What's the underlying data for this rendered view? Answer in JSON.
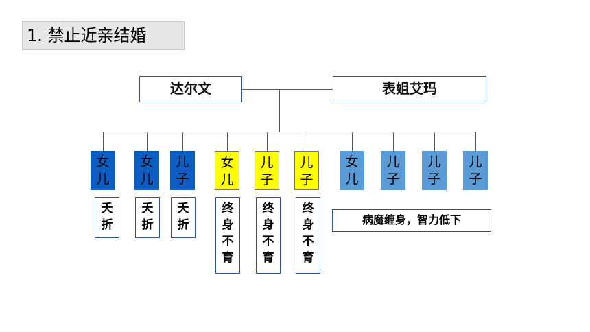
{
  "title": "1. 禁止近亲结婚",
  "parents": {
    "left": "达尔文",
    "right": "表姐艾玛"
  },
  "children": [
    {
      "char1": "女",
      "char2": "儿",
      "color": "#0c5ec2"
    },
    {
      "char1": "女",
      "char2": "儿",
      "color": "#0c5ec2"
    },
    {
      "char1": "儿",
      "char2": "子",
      "color": "#0c5ec2"
    },
    {
      "char1": "女",
      "char2": "儿",
      "color": "#ffff00"
    },
    {
      "char1": "儿",
      "char2": "子",
      "color": "#ffff00"
    },
    {
      "char1": "儿",
      "char2": "子",
      "color": "#ffff00"
    },
    {
      "char1": "女",
      "char2": "儿",
      "color": "#5a9bd5"
    },
    {
      "char1": "儿",
      "char2": "子",
      "color": "#5a9bd5"
    },
    {
      "char1": "儿",
      "char2": "子",
      "color": "#5a9bd5"
    },
    {
      "char1": "儿",
      "char2": "子",
      "color": "#5a9bd5"
    }
  ],
  "outcomes": {
    "died_young": [
      "夭",
      "折"
    ],
    "infertile": [
      "终",
      "身",
      "不",
      "育"
    ],
    "sick": "病魔缠身，智力低下"
  }
}
